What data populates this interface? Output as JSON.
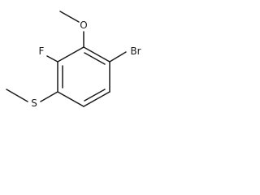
{
  "molecule": {
    "atoms": {
      "bromine": "Br",
      "fluorine": "F",
      "methoxy_oxygen": "O",
      "sulfur": "S"
    },
    "ink_color": "#1a1a1a",
    "background_color": "#ffffff"
  }
}
